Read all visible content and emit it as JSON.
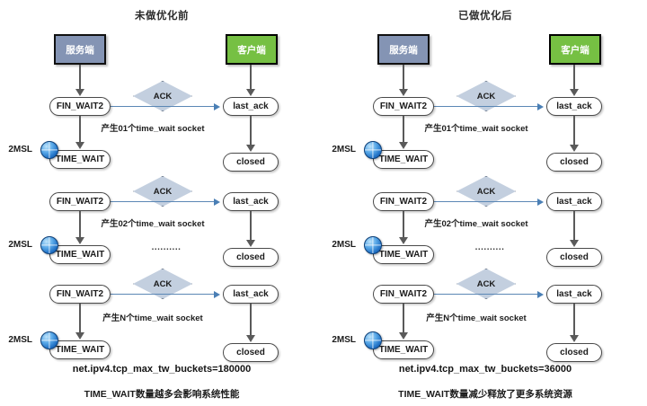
{
  "diagram": {
    "type": "tcp-time-wait-flow-comparison",
    "background": "#ffffff",
    "accents": {
      "server_box": "#8494b4",
      "client_box": "#76c043",
      "ack_diamond": "#c3cfdf",
      "ack_border": "#5d6b80",
      "message_arrow": "#5b87b5",
      "flow_arrow": "#5a5a5a"
    },
    "shared": {
      "server_label": "服务端",
      "client_label": "客户端",
      "ack_label": "ACK",
      "msl_label": "2MSL",
      "fin_wait2_label": "FIN_WAIT2",
      "time_wait_label": "TIME_WAIT",
      "last_ack_label": "last_ack",
      "closed_label": "closed",
      "ellipsis": "..........",
      "globe_icon": "globe-clock-icon",
      "socket_labels": [
        "产生01个time_wait socket",
        "产生02个time_wait socket",
        "产生N个time_wait socket"
      ]
    },
    "panels": [
      {
        "id": "before-optimization",
        "title": "未做优化前",
        "footer_command": "net.ipv4.tcp_max_tw_buckets=180000",
        "footer_note": "TIME_WAIT数量越多会影响系统性能",
        "buckets_value": "180000"
      },
      {
        "id": "after-optimization",
        "title": "已做优化后",
        "footer_command": "net.ipv4.tcp_max_tw_buckets=36000",
        "footer_note": "TIME_WAIT数量减少释放了更多系统资源",
        "buckets_value": "36000"
      }
    ]
  }
}
